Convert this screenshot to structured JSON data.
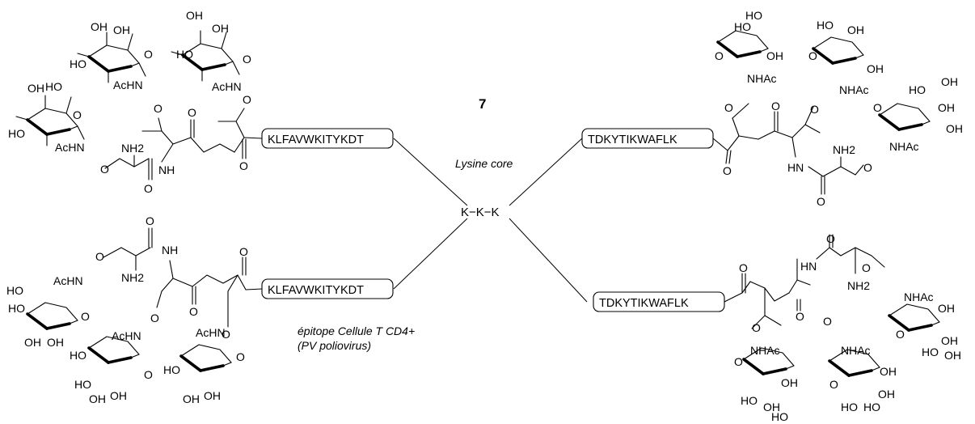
{
  "compound_number": "7",
  "core_label": "Lysine core",
  "core_text": "K−K−K",
  "epitope_caption": "épitope Cellule T CD4+",
  "epitope_source": "(PV poliovirus)",
  "peptides": {
    "left_top": "KLFAVWKITYKDT",
    "left_bottom": "KLFAVWKITYKDT",
    "right_top": "TDKYTIKWAFLK",
    "right_bottom": "TDKYTIKWAFLK"
  },
  "atoms": {
    "oh": "OH",
    "ho": "HO",
    "o": "O",
    "achn": "AcHN",
    "nhac": "NHAc",
    "nh2": "NH2",
    "nh": "NH",
    "hn": "HN",
    "nh2_sub": "2"
  }
}
